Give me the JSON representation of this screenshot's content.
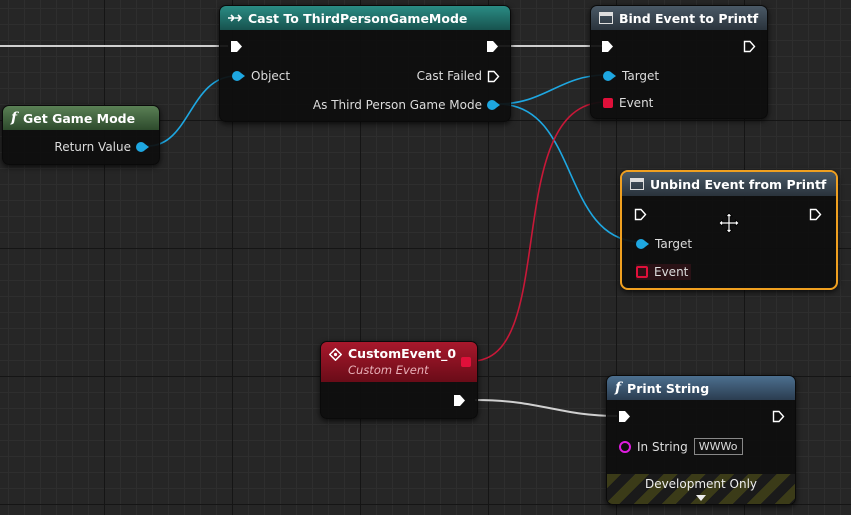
{
  "nodes": {
    "cast": {
      "title": "Cast To ThirdPersonGameMode",
      "object_label": "Object",
      "cast_failed_label": "Cast Failed",
      "as_label": "As Third Person Game Mode"
    },
    "get_game_mode": {
      "title": "Get Game Mode",
      "return_label": "Return Value"
    },
    "bind": {
      "title": "Bind Event to Printf",
      "target_label": "Target",
      "event_label": "Event"
    },
    "unbind": {
      "title": "Unbind Event from Printf",
      "target_label": "Target",
      "event_label": "Event"
    },
    "custom_event": {
      "title": "CustomEvent_0",
      "subtitle": "Custom Event"
    },
    "print_string": {
      "title": "Print String",
      "in_string_label": "In String",
      "in_string_value": "WWWo",
      "dev_only_label": "Development Only"
    }
  },
  "colors": {
    "cast_header": "#1d6b66",
    "function_header": "#3d5a3b",
    "bind_header": "#3a4652",
    "event_header": "#8c1020",
    "exec_wire": "#d8d8d8",
    "object_wire": "#1ea7e1",
    "delegate_wire": "#d01838",
    "selection": "#f0a020"
  },
  "icons": {
    "cast": "cast-arrow-icon",
    "function": "function-f-icon",
    "bind": "delegate-node-icon",
    "event": "event-diamond-icon",
    "move": "move-cursor-icon",
    "expand": "chevron-down-icon"
  }
}
